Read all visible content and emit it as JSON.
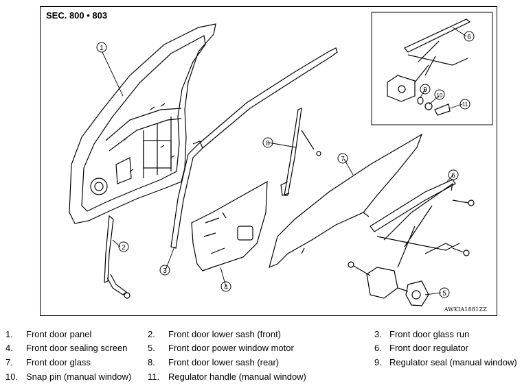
{
  "diagram": {
    "section_label": "SEC. 800 • 803",
    "image_code": "AWKIA1881ZZ",
    "callouts": [
      "1",
      "2",
      "3",
      "4",
      "5",
      "6",
      "6",
      "7",
      "8",
      "9",
      "10",
      "11"
    ]
  },
  "legend": [
    {
      "num": "1.",
      "text": "Front door panel"
    },
    {
      "num": "2.",
      "text": "Front door lower sash (front)"
    },
    {
      "num": "3.",
      "text": "Front door glass run"
    },
    {
      "num": "4.",
      "text": "Front door sealing screen"
    },
    {
      "num": "5.",
      "text": "Front door power window motor"
    },
    {
      "num": "6.",
      "text": "Front door regulator"
    },
    {
      "num": "7.",
      "text": "Front door glass"
    },
    {
      "num": "8.",
      "text": "Front door lower sash (rear)"
    },
    {
      "num": "9.",
      "text": "Regulator seal (manual window)"
    },
    {
      "num": "10.",
      "text": "Snap pin (manual window)"
    },
    {
      "num": "11.",
      "text": "Regulator handle (manual window)"
    }
  ]
}
